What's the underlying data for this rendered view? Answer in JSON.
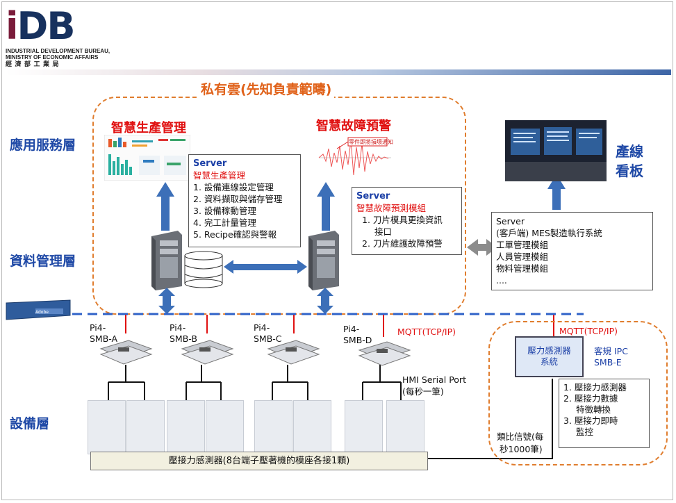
{
  "header": {
    "logo_text": "iDB",
    "logo_line1": "INDUSTRIAL DEVELOPMENT BUREAU,",
    "logo_line2": "MINISTRY OF ECONOMIC AFFAIRS",
    "logo_line3": "經 濟 部 工 業 局"
  },
  "layers": {
    "app": "應用服務層",
    "data": "資料管理層",
    "device": "設備層"
  },
  "cloud": {
    "title": "私有雲(先知負責範疇)"
  },
  "smart_production": {
    "title": "智慧生產管理",
    "server": "Server",
    "module": "智慧生產管理",
    "items": [
      "1. 設備連線設定管理",
      "2. 資料擷取與儲存管理",
      "3. 設備稼動管理",
      "4. 完工計量管理",
      "5. Recipe確認與警報"
    ]
  },
  "smart_fault": {
    "title": "智慧故障預警",
    "chart_label": "零件即將損壞通知",
    "server": "Server",
    "module": "智慧故障預測模組",
    "items": [
      "1. 刀片模具更換資訊",
      "接口",
      "2. 刀片維護故障預警"
    ]
  },
  "line_board": {
    "title_line1": "產線",
    "title_line2": "看板"
  },
  "client_server": {
    "server": "Server",
    "lines": [
      "(客戶端) MES製造執行系統",
      "工單管理模組",
      "人員管理模組",
      "物料管理模組",
      "...."
    ]
  },
  "gateways": [
    "Pi4-",
    "SMB-A",
    "Pi4-",
    "SMB-B",
    "Pi4-",
    "SMB-C",
    "Pi4-",
    "SMB-D"
  ],
  "mqtt_left": "MQTT(TCP/IP)",
  "mqtt_right": "MQTT(TCP/IP)",
  "hmi": {
    "line1": "HMI Serial Port",
    "line2": "(每秒一筆)"
  },
  "pressure_bar": "壓接力感測器(8台端子壓著機的模座各接1顆)",
  "ipc": {
    "box_line1": "壓力感測器",
    "box_line2": "系統",
    "label_line1": "客規 IPC",
    "label_line2": "SMB-E",
    "items": [
      "1. 壓接力感測器",
      "2. 壓接力數據",
      "特徵轉換",
      "3. 壓接力即時",
      "監控"
    ],
    "analog_line1": "類比信號(每",
    "analog_line2": "秒1000筆)"
  },
  "colors": {
    "blue_arrow": "#3c6fb8",
    "orange_dash": "#e07d2e",
    "red": "#e01010",
    "layer_blue": "#1f49a6"
  }
}
